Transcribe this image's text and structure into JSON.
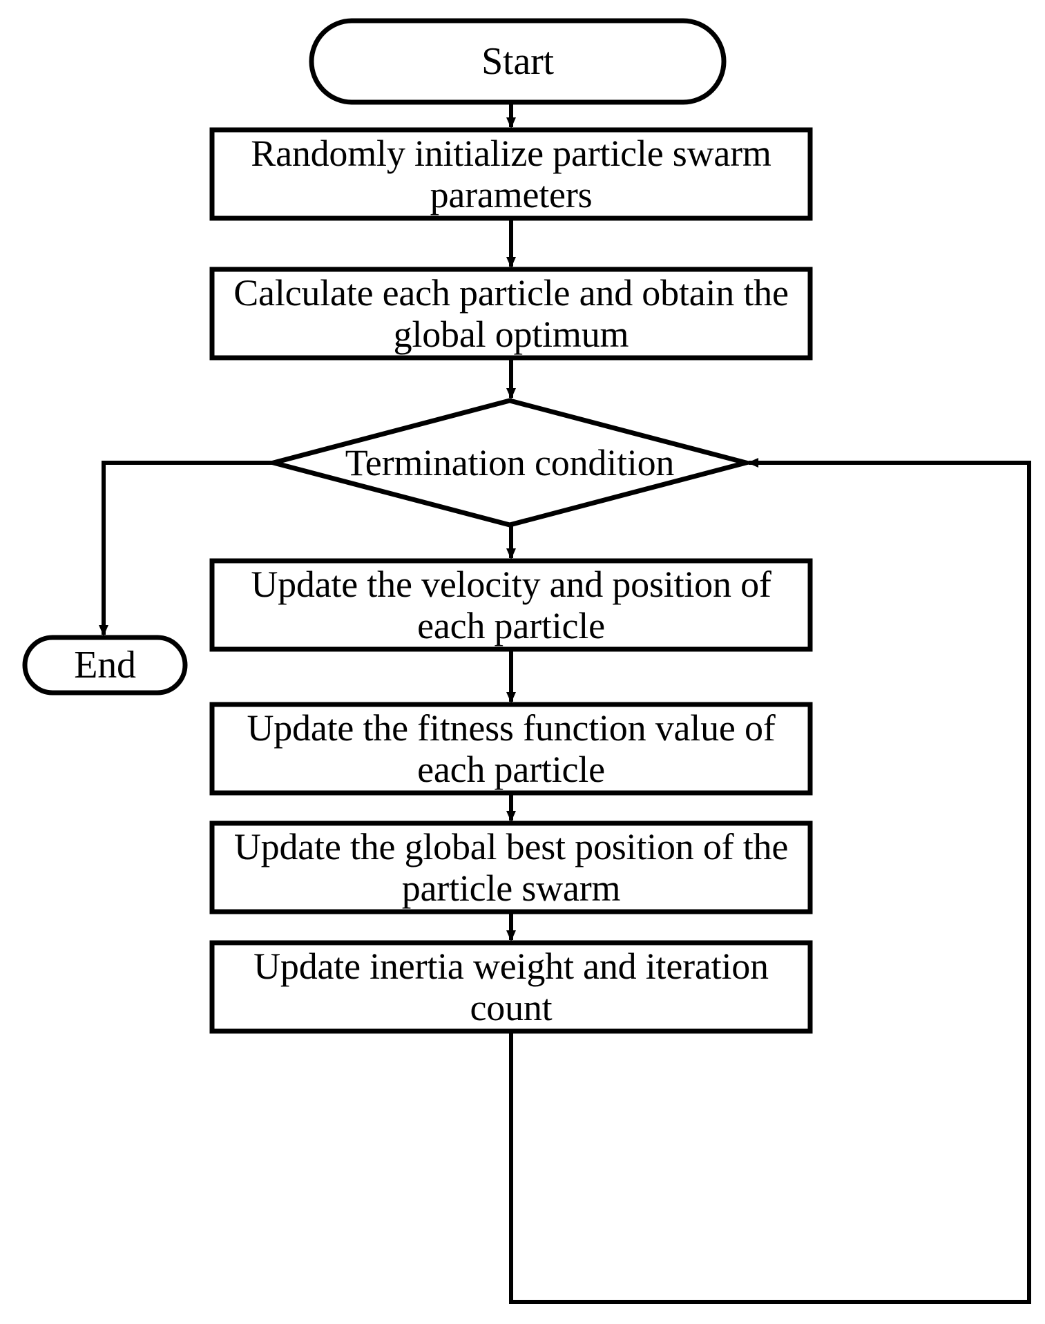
{
  "diagram": {
    "title": "Particle Swarm Optimization flowchart",
    "type": "flowchart",
    "background_color": "#ffffff",
    "line_color": "#000000",
    "text_color": "#000000"
  },
  "nodes": {
    "start": {
      "label": "Start",
      "shape": "stadium"
    },
    "init": {
      "label": "Randomly initialize particle swarm parameters",
      "shape": "rectangle"
    },
    "calculate": {
      "label": "Calculate each particle and obtain the global optimum",
      "shape": "rectangle"
    },
    "decision": {
      "label": "Termination condition",
      "shape": "diamond"
    },
    "end": {
      "label": "End",
      "shape": "stadium"
    },
    "update_velocity": {
      "label": "Update the velocity and position of each particle",
      "shape": "rectangle"
    },
    "update_fitness": {
      "label": "Update the fitness function value of each particle",
      "shape": "rectangle"
    },
    "update_global_best": {
      "label": "Update the global best position of the particle swarm",
      "shape": "rectangle"
    },
    "update_inertia": {
      "label": "Update inertia weight and iteration count",
      "shape": "rectangle"
    }
  },
  "edges": [
    {
      "from": "start",
      "to": "init",
      "label": ""
    },
    {
      "from": "init",
      "to": "calculate",
      "label": ""
    },
    {
      "from": "calculate",
      "to": "decision",
      "label": ""
    },
    {
      "from": "decision",
      "to": "end",
      "label": ""
    },
    {
      "from": "decision",
      "to": "update_velocity",
      "label": ""
    },
    {
      "from": "update_velocity",
      "to": "update_fitness",
      "label": ""
    },
    {
      "from": "update_fitness",
      "to": "update_global_best",
      "label": ""
    },
    {
      "from": "update_global_best",
      "to": "update_inertia",
      "label": ""
    },
    {
      "from": "update_inertia",
      "to": "decision",
      "label": ""
    }
  ]
}
